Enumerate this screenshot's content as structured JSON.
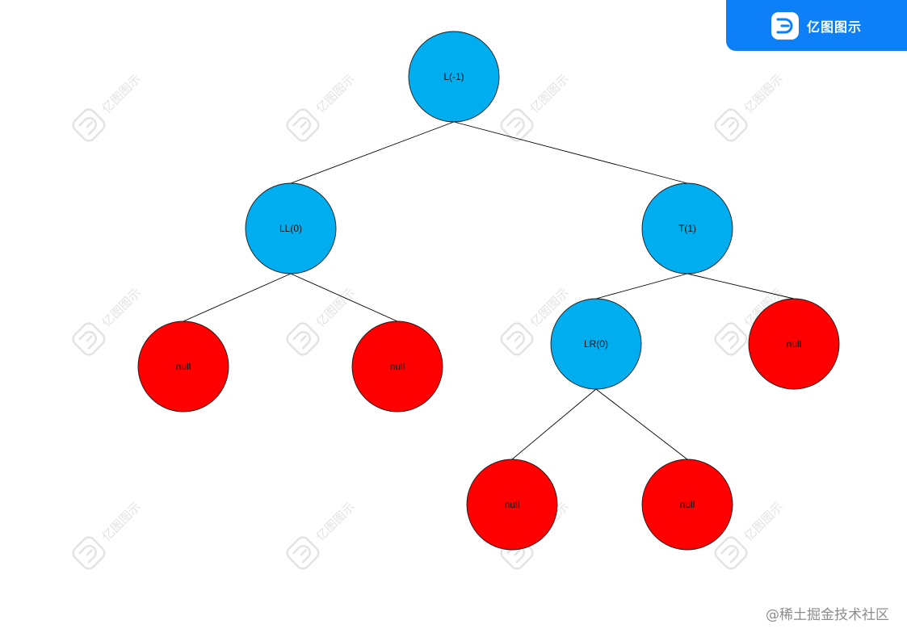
{
  "brand": {
    "name": "亿图图示",
    "logo_icon": "edraw-logo-icon",
    "background_color": "#0d7ff7"
  },
  "watermark": {
    "text": "亿图图示",
    "icon": "edraw-logo-icon"
  },
  "footer": {
    "credit": "@稀土掘金技术社区"
  },
  "colors": {
    "internal_node": "#00aeef",
    "null_node": "#ff0000",
    "edge": "#000000"
  },
  "tree": {
    "nodes": [
      {
        "id": "n-root",
        "label": "L(-1)",
        "kind": "internal"
      },
      {
        "id": "n-ll",
        "label": "LL(0)",
        "kind": "internal"
      },
      {
        "id": "n-t",
        "label": "T(1)",
        "kind": "internal"
      },
      {
        "id": "n-ll-left-null",
        "label": "null",
        "kind": "null"
      },
      {
        "id": "n-ll-right-null",
        "label": "null",
        "kind": "null"
      },
      {
        "id": "n-lr",
        "label": "LR(0)",
        "kind": "internal"
      },
      {
        "id": "n-t-right-null",
        "label": "null",
        "kind": "null"
      },
      {
        "id": "n-lr-left-null",
        "label": "null",
        "kind": "null"
      },
      {
        "id": "n-lr-right-null",
        "label": "null",
        "kind": "null"
      }
    ],
    "edges": [
      {
        "from": "n-root",
        "to": "n-ll"
      },
      {
        "from": "n-root",
        "to": "n-t"
      },
      {
        "from": "n-ll",
        "to": "n-ll-left-null"
      },
      {
        "from": "n-ll",
        "to": "n-ll-right-null"
      },
      {
        "from": "n-t",
        "to": "n-lr"
      },
      {
        "from": "n-t",
        "to": "n-t-right-null"
      },
      {
        "from": "n-lr",
        "to": "n-lr-left-null"
      },
      {
        "from": "n-lr",
        "to": "n-lr-right-null"
      }
    ]
  }
}
